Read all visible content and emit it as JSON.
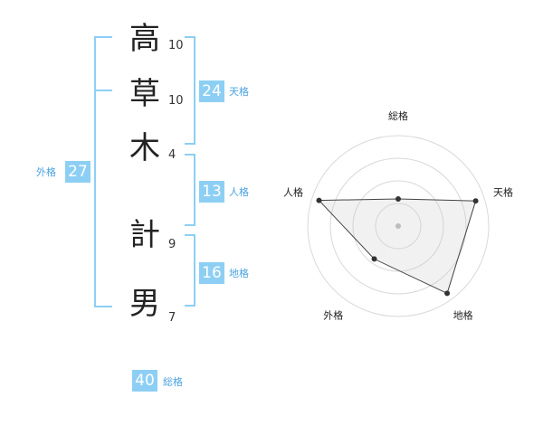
{
  "name": {
    "chars": [
      {
        "char": "高",
        "strokes": "10"
      },
      {
        "char": "草",
        "strokes": "10"
      },
      {
        "char": "木",
        "strokes": "4"
      },
      {
        "char": "計",
        "strokes": "9"
      },
      {
        "char": "男",
        "strokes": "7"
      }
    ]
  },
  "kakusu": {
    "tenkaku": {
      "value": "24",
      "label": "天格"
    },
    "jinkaku": {
      "value": "13",
      "label": "人格"
    },
    "chikaku": {
      "value": "16",
      "label": "地格"
    },
    "gaikaku": {
      "value": "27",
      "label": "外格"
    },
    "soukaku": {
      "value": "40",
      "label": "総格"
    }
  },
  "colors": {
    "accent": "#8dcff4",
    "accent_text": "#4aa3e0"
  },
  "chart_data": {
    "type": "radar",
    "axes": [
      "総格",
      "天格",
      "地格",
      "外格",
      "人格"
    ],
    "levels": 4,
    "values": [
      0.3,
      0.9,
      0.92,
      0.45,
      0.92
    ],
    "range": [
      0,
      1
    ]
  }
}
